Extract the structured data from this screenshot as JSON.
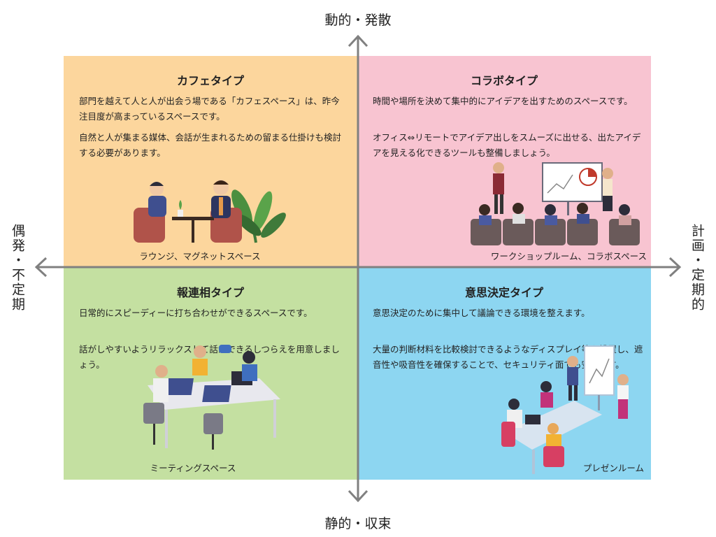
{
  "axes": {
    "top": "動的・発散",
    "bottom": "静的・収束",
    "left": "偶発・不定期",
    "right": "計画・定期的"
  },
  "quadrants": {
    "tl": {
      "title": "カフェタイプ",
      "p1": "部門を越えて人と人が出会う場である「カフェスペース」は、昨今注目度が高まっているスペースです。",
      "p2": "自然と人が集まる媒体、会話が生まれるための留まる仕掛けも検討する必要があります。",
      "sub": "ラウンジ、マグネットスペース",
      "color": "#fcd69d"
    },
    "tr": {
      "title": "コラボタイプ",
      "p1": "時間や場所を決めて集中的にアイデアを出すためのスペースです。",
      "p2": "オフィス⇔リモートでアイデア出しをスムーズに出せる、出たアイデアを見える化できるツールも整備しましょう。",
      "sub": "ワークショップルーム、コラボスペース",
      "color": "#f8c4d1"
    },
    "bl": {
      "title": "報連相タイプ",
      "p1": "日常的にスピーディーに打ち合わせができるスペースです。",
      "p2": "話がしやすいようリラックスして話ができるしつらえを用意しましょう。",
      "sub": "ミーティングスペース",
      "color": "#c4e0a1"
    },
    "br": {
      "title": "意思決定タイプ",
      "p1": "意思決定のために集中して議論できる環境を整えます。",
      "p2": "大量の判断材料を比較検討できるようなディスプレイ等を設置し、遮音性や吸音性を確保することで、セキュリティ面でも安心です。",
      "sub": "プレゼンルーム",
      "color": "#8dd6f1"
    }
  },
  "axis_color": "#808080"
}
